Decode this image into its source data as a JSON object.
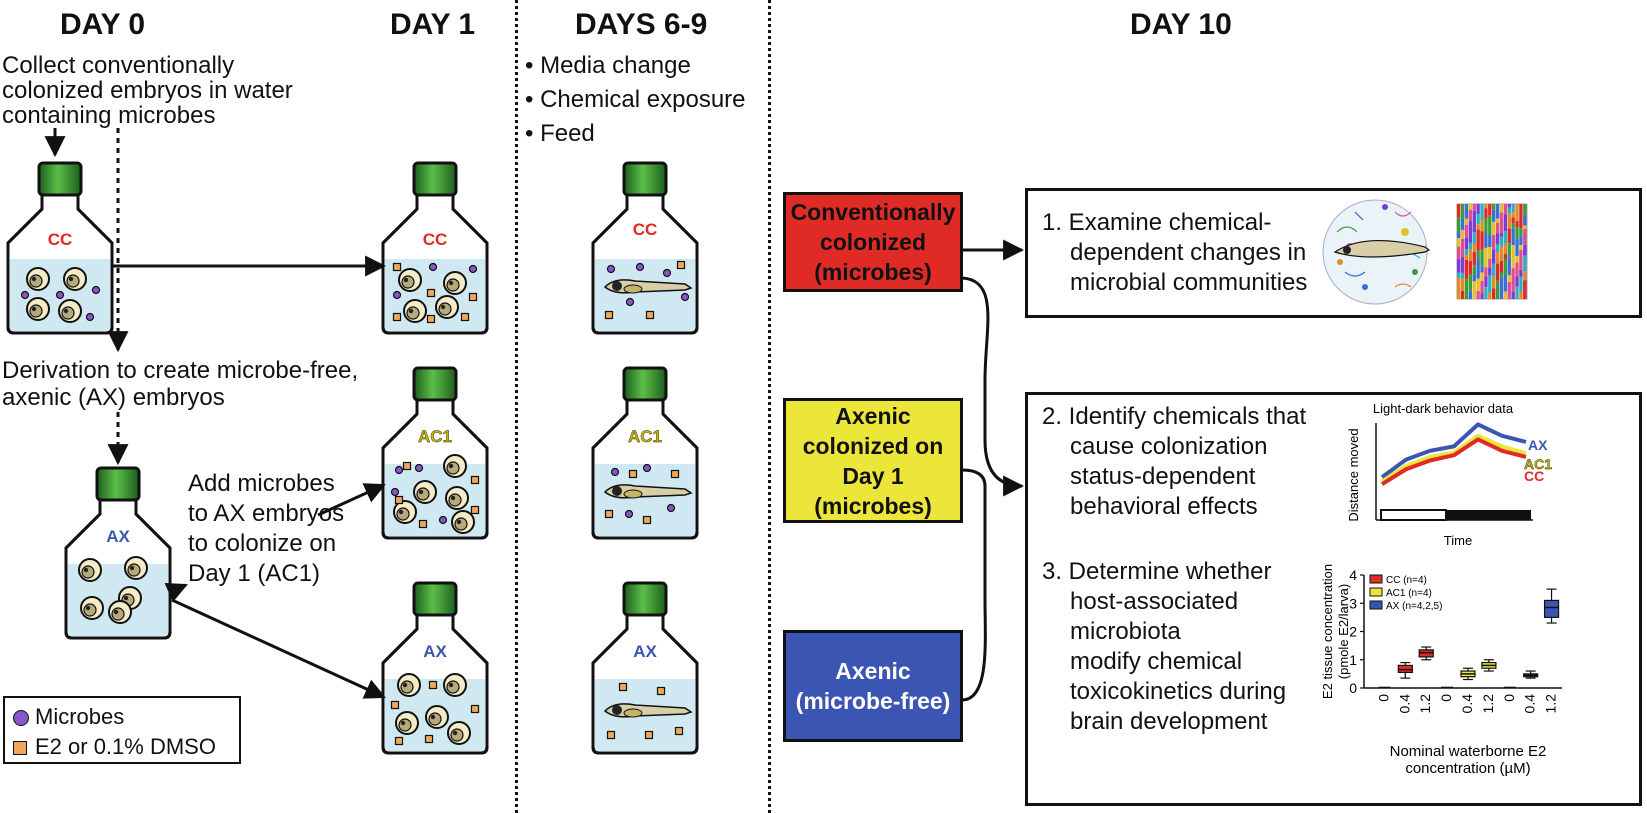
{
  "headers": {
    "day0": "DAY 0",
    "day1": "DAY 1",
    "days69": "DAYS 6-9",
    "day10": "DAY 10"
  },
  "day0": {
    "collect_line1": "Collect conventionally",
    "collect_line2": "colonized embryos in water",
    "collect_line3": "containing microbes",
    "deriv_line1": "Derivation to create microbe-free,",
    "deriv_line2": "axenic (AX) embryos",
    "add_line1": "Add microbes",
    "add_line2": "to AX embryos",
    "add_line3": "to colonize on",
    "add_line4": "Day 1 (AC1)"
  },
  "days69_list": [
    "Media change",
    "Chemical exposure",
    "Feed"
  ],
  "flask_labels": {
    "cc": "CC",
    "ac1": "AC1",
    "ax": "AX"
  },
  "groups": {
    "cc": [
      "Conventionally",
      "colonized",
      "(microbes)"
    ],
    "ac1": [
      "Axenic",
      "colonized on",
      "Day 1",
      "(microbes)"
    ],
    "ax": [
      "Axenic",
      "(microbe-free)"
    ]
  },
  "aims": {
    "aim1": [
      "1. Examine chemical-",
      "dependent changes in",
      "microbial communities"
    ],
    "aim2": [
      "2. Identify chemicals that",
      "cause colonization",
      "status-dependent",
      "behavioral effects"
    ],
    "aim3": [
      "3. Determine whether",
      "host-associated",
      "microbiota",
      "modify chemical",
      "toxicokinetics during",
      "brain development"
    ]
  },
  "behavior_chart": {
    "title": "Light-dark behavior data",
    "ylabel": "Distance moved",
    "xlabel": "Time",
    "labels": {
      "ax": "AX",
      "ac1": "AC1",
      "cc": "CC"
    }
  },
  "legend": {
    "microbes": "Microbes",
    "e2": "E2 or 0.1% DMSO"
  },
  "colors": {
    "cc": "#e02a26",
    "ac1": "#ede63a",
    "ax": "#3b55b3",
    "flask_cap": "#2f8a2e",
    "liquid": "#cfe8f2",
    "microbe": "#8855cc",
    "chemical": "#f0a858"
  },
  "chart_data": [
    {
      "type": "line",
      "title": "Light-dark behavior data",
      "xlabel": "Time",
      "ylabel": "Distance moved",
      "axis_ticks": false,
      "x": [
        0,
        1,
        2,
        3,
        4,
        5,
        6
      ],
      "series": [
        {
          "name": "AX",
          "values": [
            0.35,
            0.55,
            0.65,
            0.7,
            0.95,
            0.82,
            0.75
          ]
        },
        {
          "name": "AC1",
          "values": [
            0.3,
            0.48,
            0.58,
            0.63,
            0.82,
            0.7,
            0.62
          ]
        },
        {
          "name": "CC",
          "values": [
            0.27,
            0.44,
            0.54,
            0.6,
            0.78,
            0.65,
            0.58
          ]
        }
      ]
    },
    {
      "type": "box",
      "ylabel": "E2 tissue concentration (pmole E2/larva)",
      "xlabel": "Nominal waterborne E2 concentration (µM)",
      "ylim": [
        0,
        4
      ],
      "yticks": [
        "0",
        "1",
        "2",
        "3",
        "4"
      ],
      "xticks": [
        "0",
        "0.4",
        "1.2",
        "0",
        "0.4",
        "1.2",
        "0",
        "0.4",
        "1.2"
      ],
      "legend": [
        "CC (n=4)",
        "AC1 (n=4)",
        "AX (n=4,2,5)"
      ],
      "series": [
        {
          "name": "CC (n=4)",
          "values": [
            0.02,
            0.65,
            1.25
          ]
        },
        {
          "name": "AC1 (n=4)",
          "values": [
            0.02,
            0.5,
            0.8
          ]
        },
        {
          "name": "AX (n=4,2,5)",
          "values": [
            0.02,
            0.45,
            2.85
          ]
        }
      ],
      "spread": [
        [
          0.02,
          0.05
        ],
        [
          0.55,
          0.8,
          0.35,
          0.9
        ],
        [
          1.1,
          1.35,
          1.0,
          1.45
        ],
        [
          0.02,
          0.05
        ],
        [
          0.4,
          0.6,
          0.3,
          0.7
        ],
        [
          0.7,
          0.9,
          0.6,
          1.0
        ],
        [
          0.02,
          0.05
        ],
        [
          0.4,
          0.5,
          0.35,
          0.6
        ],
        [
          2.5,
          3.1,
          2.3,
          3.5
        ]
      ]
    }
  ]
}
